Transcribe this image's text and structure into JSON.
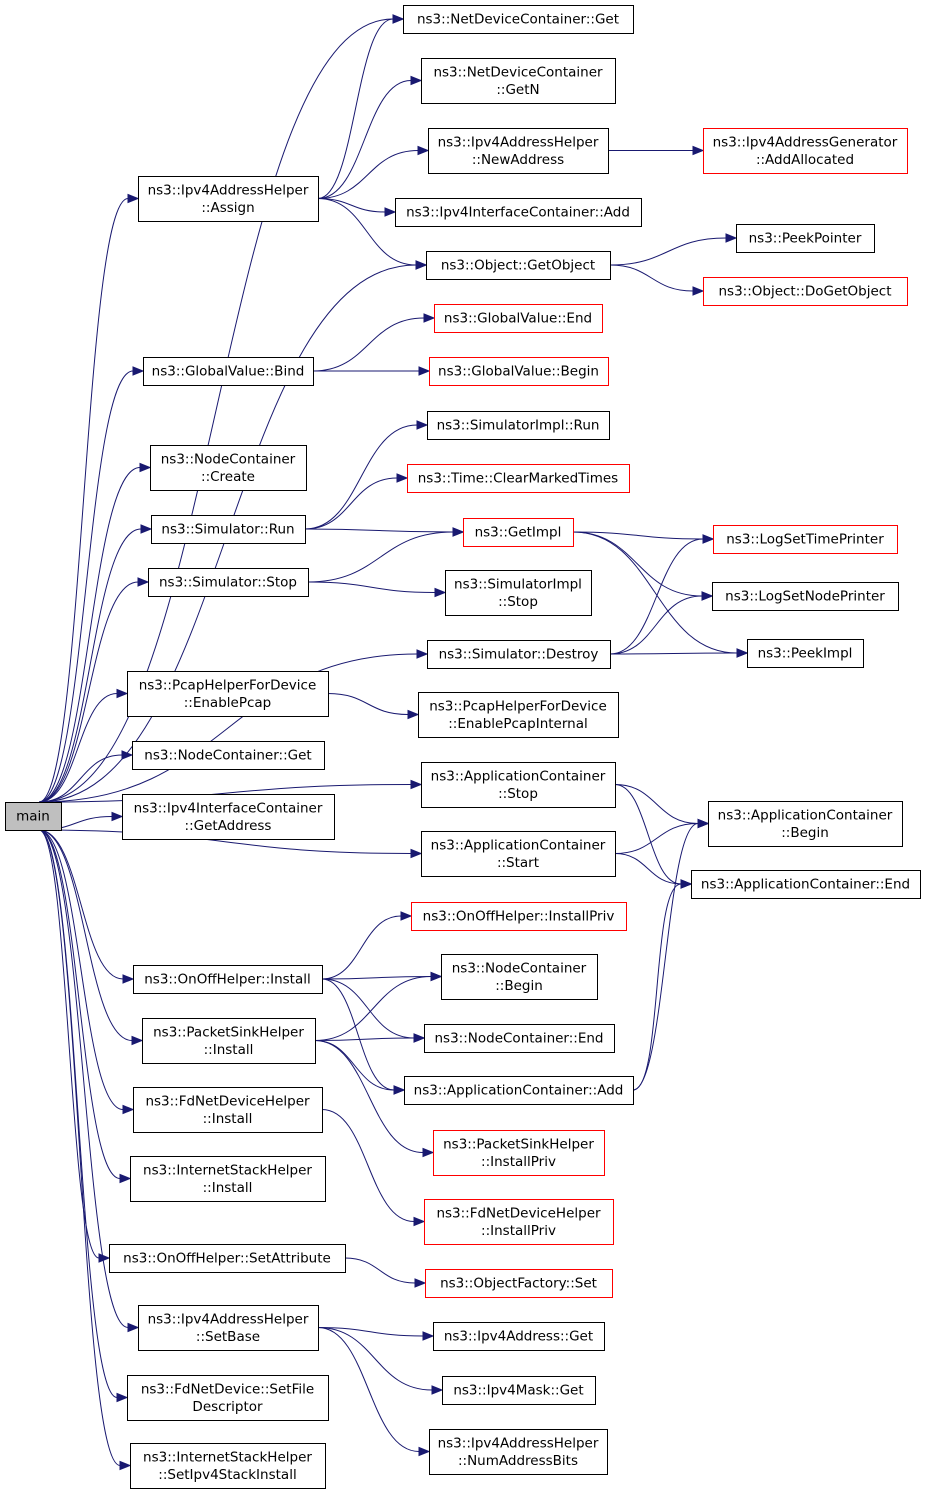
{
  "nodes": [
    {
      "id": "main",
      "lines": [
        "main"
      ],
      "style": "root"
    },
    {
      "id": "ndc_get",
      "lines": [
        "ns3::NetDeviceContainer::Get"
      ],
      "style": "normal"
    },
    {
      "id": "ndc_getn",
      "lines": [
        "ns3::NetDeviceContainer",
        "::GetN"
      ],
      "style": "normal"
    },
    {
      "id": "ipv4h_newaddr",
      "lines": [
        "ns3::Ipv4AddressHelper",
        "::NewAddress"
      ],
      "style": "normal"
    },
    {
      "id": "ipv4gen_addalloc",
      "lines": [
        "ns3::Ipv4AddressGenerator",
        "::AddAllocated"
      ],
      "style": "red"
    },
    {
      "id": "ipv4h_assign",
      "lines": [
        "ns3::Ipv4AddressHelper",
        "::Assign"
      ],
      "style": "normal"
    },
    {
      "id": "ipv4ic_add",
      "lines": [
        "ns3::Ipv4InterfaceContainer::Add"
      ],
      "style": "normal"
    },
    {
      "id": "obj_getobject",
      "lines": [
        "ns3::Object::GetObject"
      ],
      "style": "normal"
    },
    {
      "id": "peekpointer",
      "lines": [
        "ns3::PeekPointer"
      ],
      "style": "normal"
    },
    {
      "id": "obj_dogetobject",
      "lines": [
        "ns3::Object::DoGetObject"
      ],
      "style": "red"
    },
    {
      "id": "gv_end",
      "lines": [
        "ns3::GlobalValue::End"
      ],
      "style": "red"
    },
    {
      "id": "gv_bind",
      "lines": [
        "ns3::GlobalValue::Bind"
      ],
      "style": "normal"
    },
    {
      "id": "gv_begin",
      "lines": [
        "ns3::GlobalValue::Begin"
      ],
      "style": "red"
    },
    {
      "id": "simimpl_run",
      "lines": [
        "ns3::SimulatorImpl::Run"
      ],
      "style": "normal"
    },
    {
      "id": "nc_create",
      "lines": [
        "ns3::NodeContainer",
        "::Create"
      ],
      "style": "normal"
    },
    {
      "id": "time_clear",
      "lines": [
        "ns3::Time::ClearMarkedTimes"
      ],
      "style": "red"
    },
    {
      "id": "sim_run",
      "lines": [
        "ns3::Simulator::Run"
      ],
      "style": "normal"
    },
    {
      "id": "getimpl",
      "lines": [
        "ns3::GetImpl"
      ],
      "style": "red"
    },
    {
      "id": "logsettime",
      "lines": [
        "ns3::LogSetTimePrinter"
      ],
      "style": "red"
    },
    {
      "id": "sim_stop",
      "lines": [
        "ns3::Simulator::Stop"
      ],
      "style": "normal"
    },
    {
      "id": "simimpl_stop",
      "lines": [
        "ns3::SimulatorImpl",
        "::Stop"
      ],
      "style": "normal"
    },
    {
      "id": "logsetnode",
      "lines": [
        "ns3::LogSetNodePrinter"
      ],
      "style": "normal"
    },
    {
      "id": "sim_destroy",
      "lines": [
        "ns3::Simulator::Destroy"
      ],
      "style": "normal"
    },
    {
      "id": "peekimpl",
      "lines": [
        "ns3::PeekImpl"
      ],
      "style": "normal"
    },
    {
      "id": "pcap_enable",
      "lines": [
        "ns3::PcapHelperForDevice",
        "::EnablePcap"
      ],
      "style": "normal"
    },
    {
      "id": "pcap_internal",
      "lines": [
        "ns3::PcapHelperForDevice",
        "::EnablePcapInternal"
      ],
      "style": "normal"
    },
    {
      "id": "nc_get",
      "lines": [
        "ns3::NodeContainer::Get"
      ],
      "style": "normal"
    },
    {
      "id": "ac_stop",
      "lines": [
        "ns3::ApplicationContainer",
        "::Stop"
      ],
      "style": "normal"
    },
    {
      "id": "ipv4ic_getaddr",
      "lines": [
        "ns3::Ipv4InterfaceContainer",
        "::GetAddress"
      ],
      "style": "normal"
    },
    {
      "id": "ac_begin",
      "lines": [
        "ns3::ApplicationContainer",
        "::Begin"
      ],
      "style": "normal"
    },
    {
      "id": "ac_start",
      "lines": [
        "ns3::ApplicationContainer",
        "::Start"
      ],
      "style": "normal"
    },
    {
      "id": "ac_end",
      "lines": [
        "ns3::ApplicationContainer::End"
      ],
      "style": "normal"
    },
    {
      "id": "onoff_installpriv",
      "lines": [
        "ns3::OnOffHelper::InstallPriv"
      ],
      "style": "red"
    },
    {
      "id": "onoff_install",
      "lines": [
        "ns3::OnOffHelper::Install"
      ],
      "style": "normal"
    },
    {
      "id": "nc_begin",
      "lines": [
        "ns3::NodeContainer",
        "::Begin"
      ],
      "style": "normal"
    },
    {
      "id": "psh_install",
      "lines": [
        "ns3::PacketSinkHelper",
        "::Install"
      ],
      "style": "normal"
    },
    {
      "id": "nc_end",
      "lines": [
        "ns3::NodeContainer::End"
      ],
      "style": "normal"
    },
    {
      "id": "ac_add",
      "lines": [
        "ns3::ApplicationContainer::Add"
      ],
      "style": "normal"
    },
    {
      "id": "fdnd_install",
      "lines": [
        "ns3::FdNetDeviceHelper",
        "::Install"
      ],
      "style": "normal"
    },
    {
      "id": "psh_installpriv",
      "lines": [
        "ns3::PacketSinkHelper",
        "::InstallPriv"
      ],
      "style": "red"
    },
    {
      "id": "ish_install",
      "lines": [
        "ns3::InternetStackHelper",
        "::Install"
      ],
      "style": "normal"
    },
    {
      "id": "fdnd_installpriv",
      "lines": [
        "ns3::FdNetDeviceHelper",
        "::InstallPriv"
      ],
      "style": "red"
    },
    {
      "id": "onoff_setattr",
      "lines": [
        "ns3::OnOffHelper::SetAttribute"
      ],
      "style": "normal"
    },
    {
      "id": "objfactory_set",
      "lines": [
        "ns3::ObjectFactory::Set"
      ],
      "style": "red"
    },
    {
      "id": "ipv4h_setbase",
      "lines": [
        "ns3::Ipv4AddressHelper",
        "::SetBase"
      ],
      "style": "normal"
    },
    {
      "id": "ipv4addr_get",
      "lines": [
        "ns3::Ipv4Address::Get"
      ],
      "style": "normal"
    },
    {
      "id": "ipv4mask_get",
      "lines": [
        "ns3::Ipv4Mask::Get"
      ],
      "style": "normal"
    },
    {
      "id": "fdnd_setfd",
      "lines": [
        "ns3::FdNetDevice::SetFile",
        "Descriptor"
      ],
      "style": "normal"
    },
    {
      "id": "ipv4h_numbits",
      "lines": [
        "ns3::Ipv4AddressHelper",
        "::NumAddressBits"
      ],
      "style": "normal"
    },
    {
      "id": "ish_setipv4",
      "lines": [
        "ns3::InternetStackHelper",
        "::SetIpv4StackInstall"
      ],
      "style": "normal"
    }
  ],
  "edges": [
    [
      "main",
      "ndc_get"
    ],
    [
      "main",
      "ipv4h_assign"
    ],
    [
      "main",
      "obj_getobject"
    ],
    [
      "main",
      "gv_bind"
    ],
    [
      "main",
      "nc_create"
    ],
    [
      "main",
      "sim_run"
    ],
    [
      "main",
      "sim_stop"
    ],
    [
      "main",
      "sim_destroy"
    ],
    [
      "main",
      "pcap_enable"
    ],
    [
      "main",
      "nc_get"
    ],
    [
      "main",
      "ipv4ic_getaddr"
    ],
    [
      "main",
      "ac_stop"
    ],
    [
      "main",
      "ac_start"
    ],
    [
      "main",
      "onoff_install"
    ],
    [
      "main",
      "psh_install"
    ],
    [
      "main",
      "fdnd_install"
    ],
    [
      "main",
      "ish_install"
    ],
    [
      "main",
      "onoff_setattr"
    ],
    [
      "main",
      "ipv4h_setbase"
    ],
    [
      "main",
      "fdnd_setfd"
    ],
    [
      "main",
      "ish_setipv4"
    ],
    [
      "ipv4h_assign",
      "ndc_get"
    ],
    [
      "ipv4h_assign",
      "ndc_getn"
    ],
    [
      "ipv4h_assign",
      "ipv4h_newaddr"
    ],
    [
      "ipv4h_assign",
      "ipv4ic_add"
    ],
    [
      "ipv4h_assign",
      "obj_getobject"
    ],
    [
      "ipv4h_newaddr",
      "ipv4gen_addalloc"
    ],
    [
      "obj_getobject",
      "peekpointer"
    ],
    [
      "obj_getobject",
      "obj_dogetobject"
    ],
    [
      "gv_bind",
      "gv_end"
    ],
    [
      "gv_bind",
      "gv_begin"
    ],
    [
      "sim_run",
      "simimpl_run"
    ],
    [
      "sim_run",
      "time_clear"
    ],
    [
      "sim_run",
      "getimpl"
    ],
    [
      "sim_stop",
      "getimpl"
    ],
    [
      "sim_stop",
      "simimpl_stop"
    ],
    [
      "getimpl",
      "logsettime"
    ],
    [
      "getimpl",
      "logsetnode"
    ],
    [
      "getimpl",
      "peekimpl"
    ],
    [
      "sim_destroy",
      "logsettime"
    ],
    [
      "sim_destroy",
      "logsetnode"
    ],
    [
      "sim_destroy",
      "peekimpl"
    ],
    [
      "pcap_enable",
      "pcap_internal"
    ],
    [
      "ac_stop",
      "ac_begin"
    ],
    [
      "ac_stop",
      "ac_end"
    ],
    [
      "ac_start",
      "ac_begin"
    ],
    [
      "ac_start",
      "ac_end"
    ],
    [
      "onoff_install",
      "onoff_installpriv"
    ],
    [
      "onoff_install",
      "nc_begin"
    ],
    [
      "onoff_install",
      "nc_end"
    ],
    [
      "onoff_install",
      "ac_add"
    ],
    [
      "psh_install",
      "nc_begin"
    ],
    [
      "psh_install",
      "nc_end"
    ],
    [
      "psh_install",
      "ac_add"
    ],
    [
      "psh_install",
      "psh_installpriv"
    ],
    [
      "ac_add",
      "ac_begin"
    ],
    [
      "ac_add",
      "ac_end"
    ],
    [
      "fdnd_install",
      "fdnd_installpriv"
    ],
    [
      "onoff_setattr",
      "objfactory_set"
    ],
    [
      "ipv4h_setbase",
      "ipv4addr_get"
    ],
    [
      "ipv4h_setbase",
      "ipv4mask_get"
    ],
    [
      "ipv4h_setbase",
      "ipv4h_numbits"
    ]
  ]
}
